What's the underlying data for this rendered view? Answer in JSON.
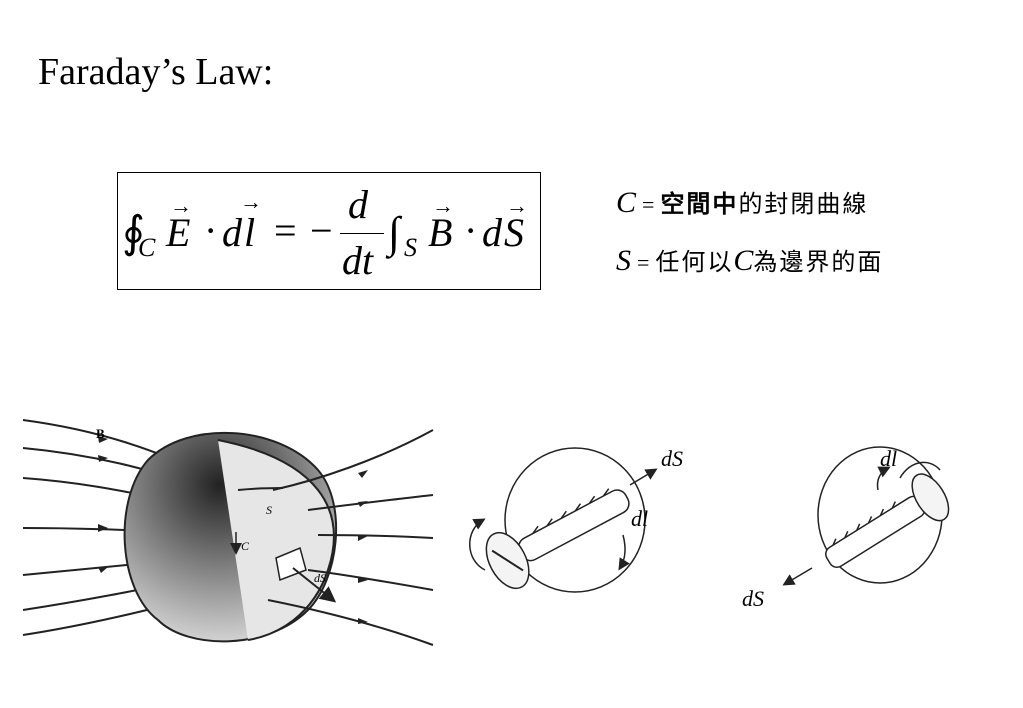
{
  "slide": {
    "title": "Faraday’s Law:"
  },
  "equation": {
    "lhs_integral": "∮",
    "lhs_sub": "C",
    "E": "E",
    "dot1": "·",
    "dl_d": "d",
    "dl_l": "l",
    "equals": "=",
    "minus": "−",
    "frac_num": "d",
    "frac_den": "dt",
    "rhs_integral": "∫",
    "rhs_sub": "S",
    "B": "B",
    "dot2": "·",
    "dS_d": "d",
    "dS_S": "S"
  },
  "definitions": [
    {
      "var": "C",
      "eq": "=",
      "text_bold": "空間中",
      "text": "的封閉曲線"
    },
    {
      "var": "S",
      "eq": "=",
      "text_pre": "任何以",
      "var2": "C",
      "text": "為邊界的面"
    }
  ],
  "figure1": {
    "label_B": "B",
    "label_S": "S",
    "label_C": "C",
    "label_dS": "dS"
  },
  "figure2": {
    "label_dS": "dS",
    "label_dl": "dl"
  },
  "figure3": {
    "label_dl": "dl",
    "label_dS": "dS"
  }
}
